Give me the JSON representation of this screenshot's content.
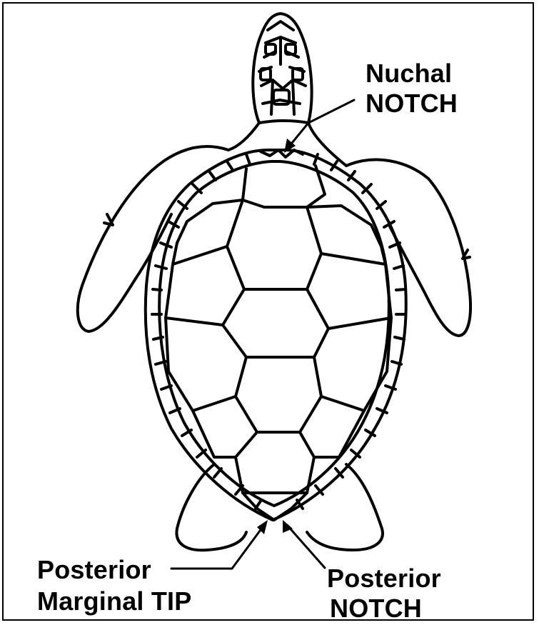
{
  "labels": {
    "nuchal_line1": "Nuchal",
    "nuchal_line2": "NOTCH",
    "posterior_tip_line1": "Posterior",
    "posterior_tip_line2": "Marginal TIP",
    "posterior_notch_line1": "Posterior",
    "posterior_notch_line2": "NOTCH"
  },
  "colors": {
    "ink": "#000000",
    "background": "#ffffff"
  }
}
